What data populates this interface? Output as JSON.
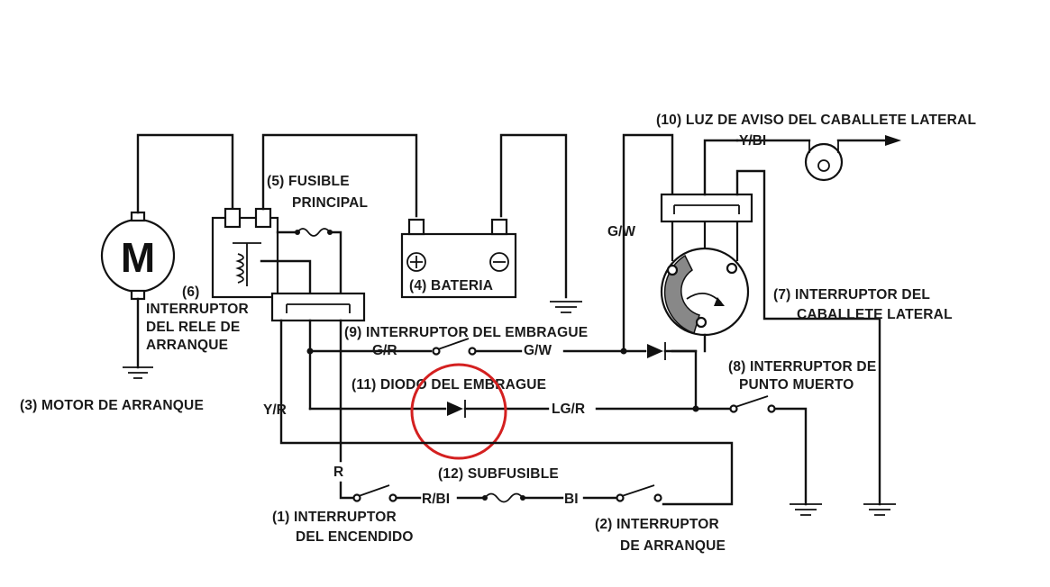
{
  "labels": {
    "motor": "(3) MOTOR DE ARRANQUE",
    "motor_letter": "M",
    "relay_num": "(6)",
    "relay_line1": "INTERRUPTOR",
    "relay_line2": "DEL RELE DE",
    "relay_line3": "ARRANQUE",
    "fuse_line1": "(5) FUSIBLE",
    "fuse_line2": "PRINCIPAL",
    "battery": "(4) BATERIA",
    "battery_plus": "+",
    "battery_minus": "−",
    "clutch_switch": "(9) INTERRUPTOR DEL EMBRAGUE",
    "clutch_diode": "(11) DIODO DEL EMBRAGUE",
    "subfuse": "(12) SUBFUSIBLE",
    "ignition_line1": "(1) INTERRUPTOR",
    "ignition_line2": "DEL ENCENDIDO",
    "starter_line1": "(2) INTERRUPTOR",
    "starter_line2": "DE ARRANQUE",
    "neutral_line1": "(8) INTERRUPTOR DE",
    "neutral_line2": "PUNTO MUERTO",
    "sidestand_line1": "(7) INTERRUPTOR DEL",
    "sidestand_line2": "CABALLETE LATERAL",
    "warning_light": "(10) LUZ DE AVISO DEL CABALLETE LATERAL"
  },
  "wires": {
    "g_r": "G/R",
    "g_w_clutch": "G/W",
    "g_w_vertical": "G/W",
    "lg_r": "LG/R",
    "y_r": "Y/R",
    "r": "R",
    "r_bi": "R/BI",
    "bi": "BI",
    "y_bi": "Y/BI"
  },
  "highlight": {
    "color": "#d42020",
    "target": "(11) DIODO DEL EMBRAGUE"
  }
}
